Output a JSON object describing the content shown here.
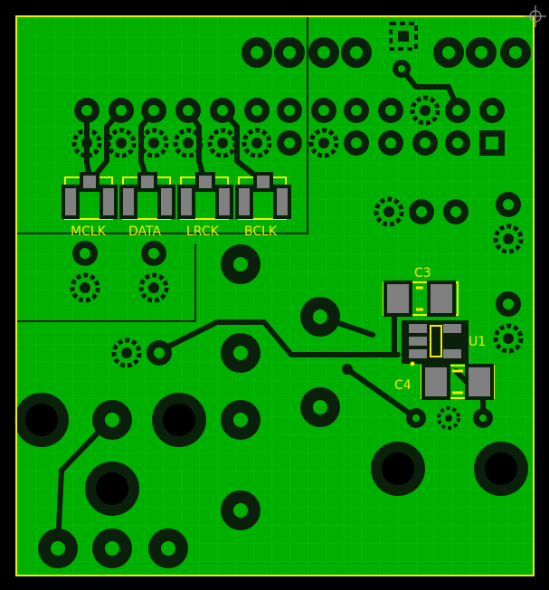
{
  "colors": {
    "background": "#000000",
    "board": "#00b000",
    "copper_edge": "#003800",
    "outline": "#f0f000",
    "silkscreen": "#f0f000",
    "pad_smd": "#808080",
    "trace": "#0a200a",
    "hole": "#000000"
  },
  "labels": {
    "mclk": "MCLK",
    "data": "DATA",
    "lrck": "LRCK",
    "bclk": "BCLK",
    "c3": "C3",
    "c4": "C4",
    "u1": "U1"
  },
  "icons": {
    "origin_marker": "crosshair-icon"
  }
}
